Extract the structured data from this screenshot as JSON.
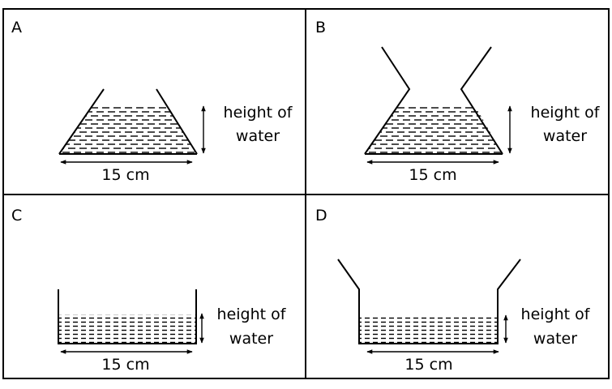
{
  "panels": [
    {
      "letter": "A",
      "height_label_line1": "height of",
      "height_label_line2": "water",
      "width_label": "15 cm"
    },
    {
      "letter": "B",
      "height_label_line1": "height of",
      "height_label_line2": "water",
      "width_label": "15 cm"
    },
    {
      "letter": "C",
      "height_label_line1": "height of",
      "height_label_line2": "water",
      "width_label": "15 cm"
    },
    {
      "letter": "D",
      "height_label_line1": "height of",
      "height_label_line2": "water",
      "width_label": "15 cm"
    }
  ]
}
